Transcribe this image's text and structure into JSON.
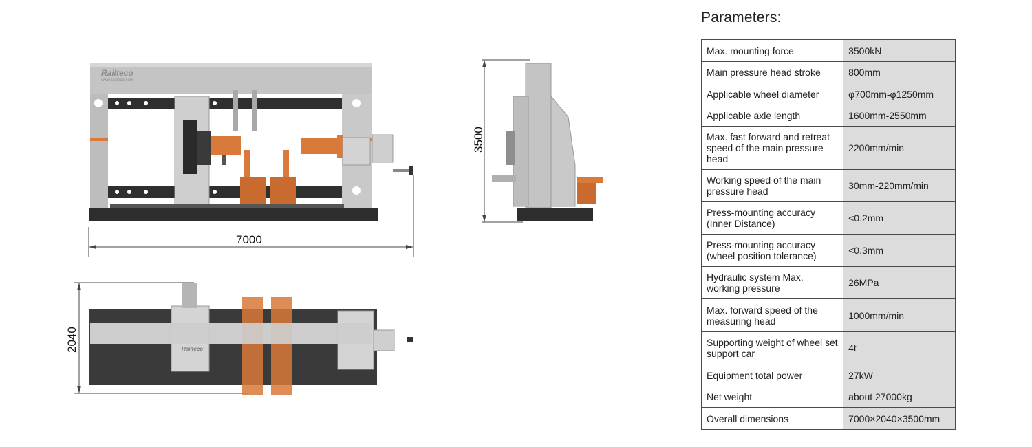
{
  "title": "Parameters:",
  "brand": {
    "name": "Railteco",
    "url": "www.railteco.com"
  },
  "dimensions": {
    "front_length": "7000",
    "side_height": "3500",
    "top_width": "2040"
  },
  "parameters": [
    {
      "name": "Max.  mounting force",
      "value": "3500kN"
    },
    {
      "name": "Main pressure head stroke",
      "value": "800mm"
    },
    {
      "name": "Applicable wheel diameter",
      "value": "φ700mm-φ1250mm"
    },
    {
      "name": "Applicable axle length",
      "value": "1600mm-2550mm"
    },
    {
      "name": "Max. fast forward and retreat speed of the main pressure head",
      "value": "2200mm/min"
    },
    {
      "name": "Working speed of the main pressure head",
      "value": "30mm-220mm/min"
    },
    {
      "name": "Press-mounting accuracy (Inner Distance)",
      "value": "<0.2mm"
    },
    {
      "name": "Press-mounting accuracy (wheel position tolerance)",
      "value": "<0.3mm"
    },
    {
      "name": "Hydraulic system Max. working pressure",
      "value": "26MPa"
    },
    {
      "name": "Max.  forward speed of the measuring head",
      "value": "1000mm/min"
    },
    {
      "name": "Supporting weight of wheel set support car",
      "value": "4t"
    },
    {
      "name": "Equipment total power",
      "value": "27kW"
    },
    {
      "name": "Net weight",
      "value": "about 27000kg"
    },
    {
      "name": "Overall  dimensions",
      "value": "7000×2040×3500mm"
    }
  ],
  "colors": {
    "accent": "#d9793a",
    "frame": "#b9b9b9",
    "dark": "#2e2e2e",
    "table_value_bg": "#dcdcdc"
  }
}
